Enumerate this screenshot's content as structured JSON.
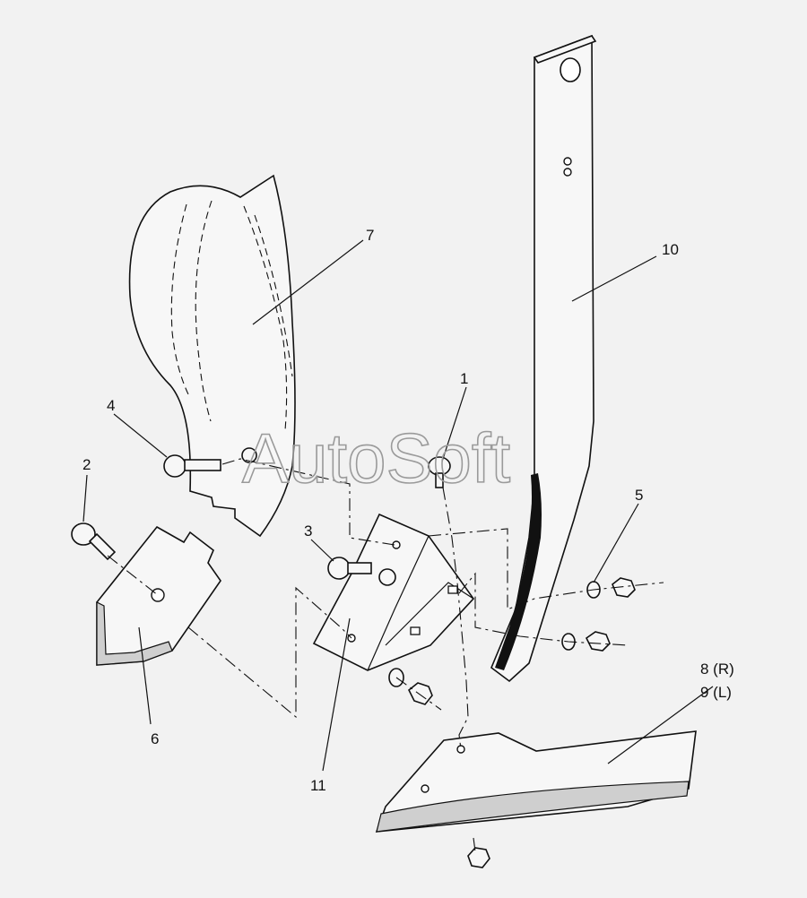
{
  "watermark": "AutoSoft",
  "callouts": {
    "c1": "1",
    "c2": "2",
    "c3": "3",
    "c4": "4",
    "c5": "5",
    "c6": "6",
    "c7": "7",
    "c8": "8 (R)",
    "c9": "9 (L)",
    "c10": "10",
    "c11": "11"
  }
}
